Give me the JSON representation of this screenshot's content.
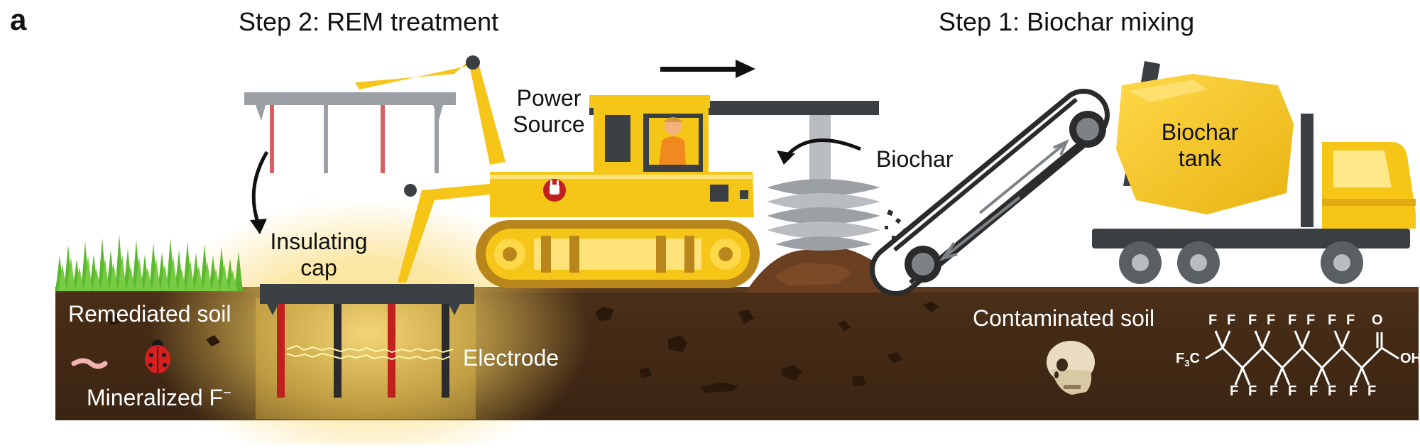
{
  "panel_letter": "a",
  "steps": {
    "step2": "Step 2: REM treatment",
    "step1": "Step 1: Biochar mixing"
  },
  "labels": {
    "power_source_line1": "Power",
    "power_source_line2": "Source",
    "biochar": "Biochar",
    "biochar_tank_line1": "Biochar",
    "biochar_tank_line2": "tank",
    "insulating_cap_line1": "Insulating",
    "insulating_cap_line2": "cap",
    "remediated_soil": "Remediated soil",
    "electrode": "Electrode",
    "mineralized_f": "Mineralized F",
    "mineralized_f_charge": "−",
    "contaminated_soil": "Contaminated soil"
  },
  "molecule": {
    "f": "F",
    "f3c": "F",
    "f3c_sub": "3",
    "f3c_c": "C",
    "oh": "OH",
    "o": "O"
  },
  "colors": {
    "soil_dark": "#3b2513",
    "soil_mid": "#4a2f18",
    "machine_yellow": "#f5c518",
    "machine_dark": "#3a3f44",
    "electrode_red": "#c0201f",
    "electrode_black": "#2b2b2b",
    "grass": "#5cb82e"
  }
}
